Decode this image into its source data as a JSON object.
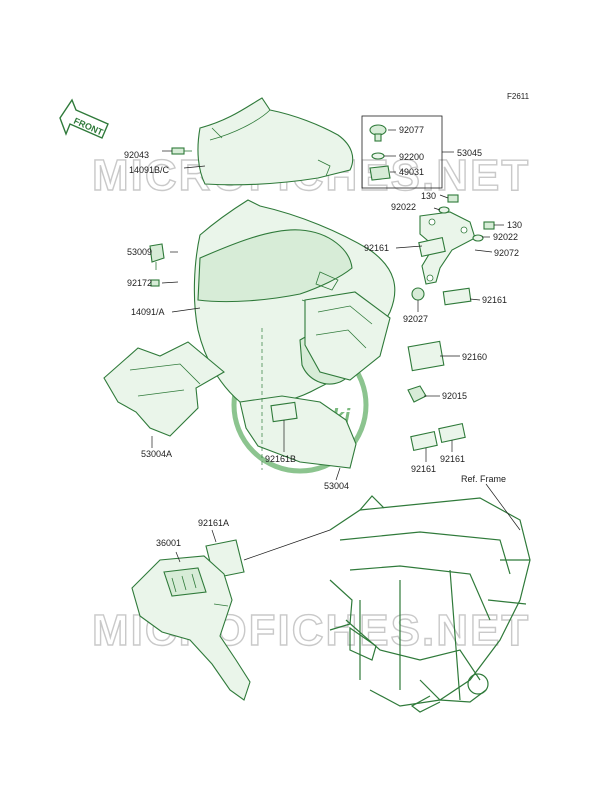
{
  "diagram_code": "F2611",
  "front_label": "FRONT",
  "watermark": "MICROFICHES.NET",
  "logo_text": "Kawasaki",
  "ref_label": "Ref. Frame",
  "colors": {
    "part_stroke": "#2f7a3a",
    "part_fill": "#eaf5ea",
    "text": "#1e1e1e",
    "watermark": "#c9c9c9"
  },
  "parts": {
    "p92043": "92043",
    "p14091bc": "14091B/C",
    "p92077": "92077",
    "p92200": "92200",
    "p49031": "49031",
    "p53045": "53045",
    "p130a": "130",
    "p92022a": "92022",
    "p130b": "130",
    "p92022b": "92022",
    "p92072": "92072",
    "p92161a": "92161",
    "p92161b": "92161",
    "p53009": "53009",
    "p92172": "92172",
    "p14091a": "14091/A",
    "p92027": "92027",
    "p92160": "92160",
    "p92015": "92015",
    "p53004a": "53004A",
    "p92161B": "92161B",
    "p92161c": "92161",
    "p92161d": "92161",
    "p53004": "53004",
    "p92161A": "92161A",
    "p36001": "36001"
  }
}
